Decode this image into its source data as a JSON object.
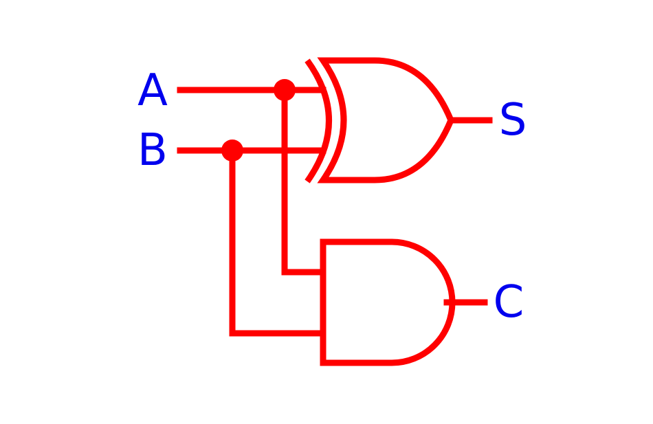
{
  "colors": {
    "wire": "#ff0000",
    "label": "#0000ee",
    "background": "#ffffff"
  },
  "circuit": {
    "inputs": [
      {
        "name": "A"
      },
      {
        "name": "B"
      }
    ],
    "outputs": [
      {
        "name": "S"
      },
      {
        "name": "C"
      }
    ],
    "gates": [
      {
        "type": "XOR",
        "inputs": [
          "A",
          "B"
        ],
        "output": "S"
      },
      {
        "type": "AND",
        "inputs": [
          "A",
          "B"
        ],
        "output": "C"
      }
    ]
  }
}
